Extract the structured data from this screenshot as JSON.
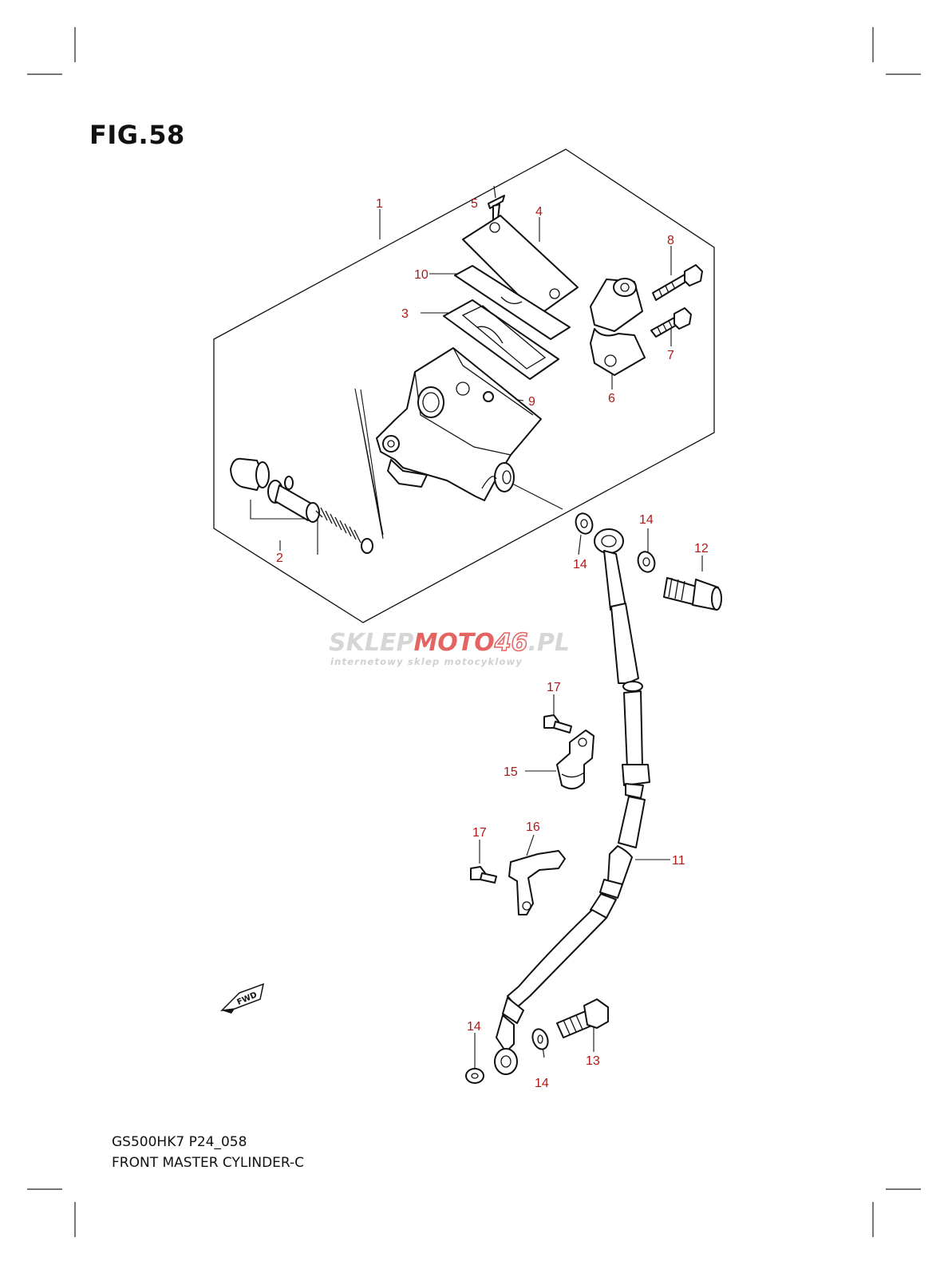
{
  "figure": {
    "title": "FIG.58",
    "model_code": "GS500HK7 P24_058",
    "assembly_name": "FRONT MASTER CYLINDER-C"
  },
  "callouts": [
    "1",
    "2",
    "3",
    "4",
    "5",
    "6",
    "7",
    "8",
    "9",
    "10",
    "11",
    "12",
    "13",
    "14",
    "15",
    "16",
    "17"
  ],
  "watermark": {
    "brand_part1": "SKLEP",
    "brand_part2": "MOTO",
    "brand_num": "46",
    "brand_tld": ".PL",
    "tagline": "internetowy sklep motocyklowy"
  },
  "direction_badge": "FWD",
  "colors": {
    "callout": "#b01818",
    "watermark_red": "#e04848",
    "watermark_gray": "#c8c8c8",
    "line": "#111111"
  }
}
